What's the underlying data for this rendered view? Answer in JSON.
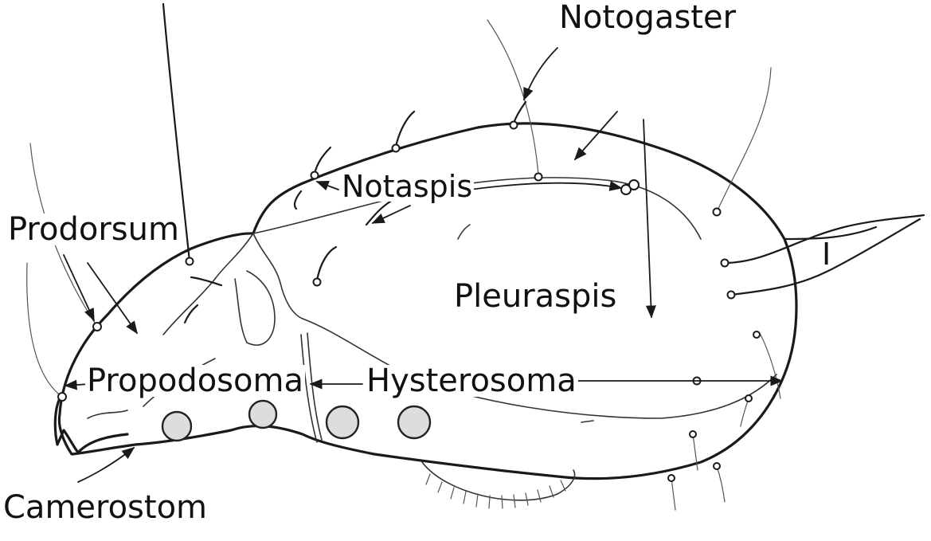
{
  "labels": {
    "notogaster": "Notogaster",
    "notaspis": "Notaspis",
    "prodorsum": "Prodorsum",
    "pleuraspis": "Pleuraspis",
    "propodosoma": "Propodosoma",
    "hysterosoma": "Hysterosoma",
    "camerostom": "Camerostom",
    "roman_numeral": "I"
  }
}
